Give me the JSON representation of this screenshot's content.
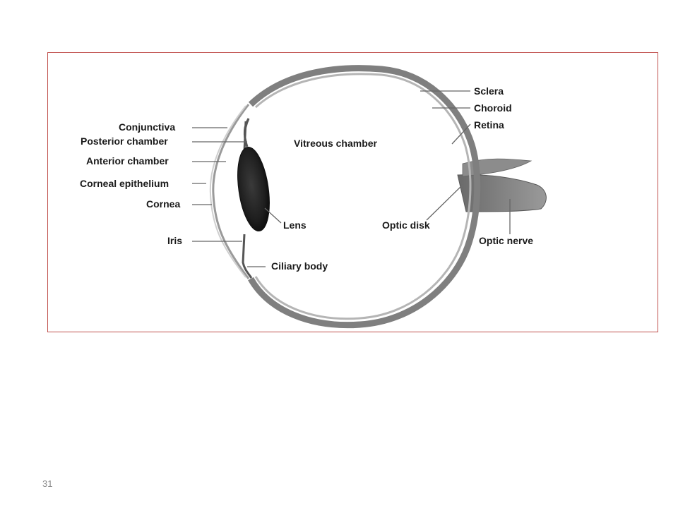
{
  "diagram": {
    "labels": {
      "conjunctiva": "Conjunctiva",
      "posterior_chamber": "Posterior chamber",
      "anterior_chamber": "Anterior chamber",
      "corneal_epithelium": "Corneal epithelium",
      "cornea": "Cornea",
      "iris": "Iris",
      "ciliary_body": "Ciliary body",
      "vitreous_chamber": "Vitreous chamber",
      "lens": "Lens",
      "optic_disk": "Optic disk",
      "sclera": "Sclera",
      "choroid": "Choroid",
      "retina": "Retina",
      "optic_nerve": "Optic nerve"
    },
    "frame_color": "#c0504d"
  },
  "page": {
    "number": "31"
  }
}
